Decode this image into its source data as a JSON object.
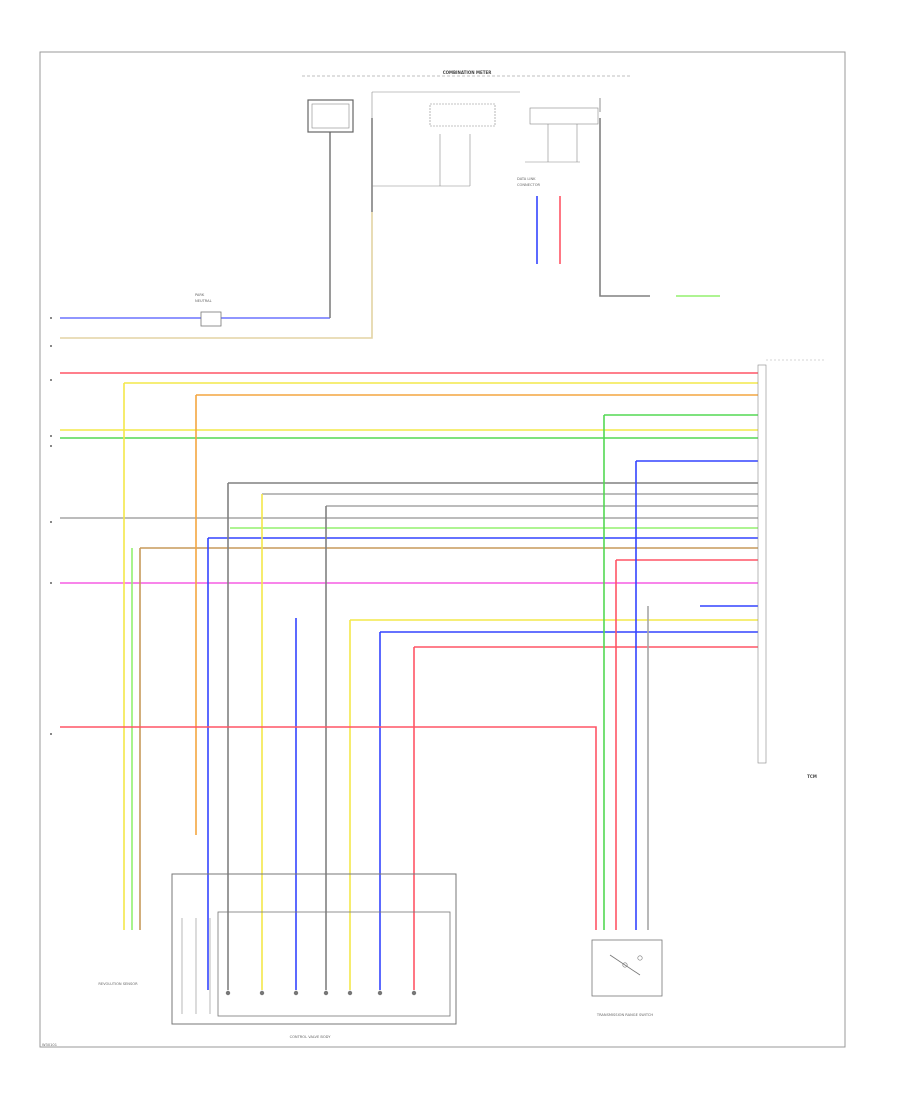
{
  "diagram": {
    "page_ref": "W30101",
    "colors": {
      "blue": "#3344ff",
      "tan": "#e3d3a3",
      "red": "#ff5566",
      "orange": "#f4a640",
      "yellow": "#f3e84a",
      "green": "#53d853",
      "gray": "#a6a6a6",
      "brown": "#c79a5a",
      "pink": "#f65de4",
      "lightgreen": "#93f16f",
      "darkgray": "#808080",
      "cyanblue": "#6b73ff"
    },
    "component_labels": {
      "instrument_cluster": "COMBINATION METER",
      "control_valve_body": "CONTROL VALVE BODY",
      "shift_position_switch": "TRANSMISSION RANGE SWITCH",
      "speed_sensor": "REVOLUTION SENSOR",
      "tcm": "TCM"
    }
  }
}
